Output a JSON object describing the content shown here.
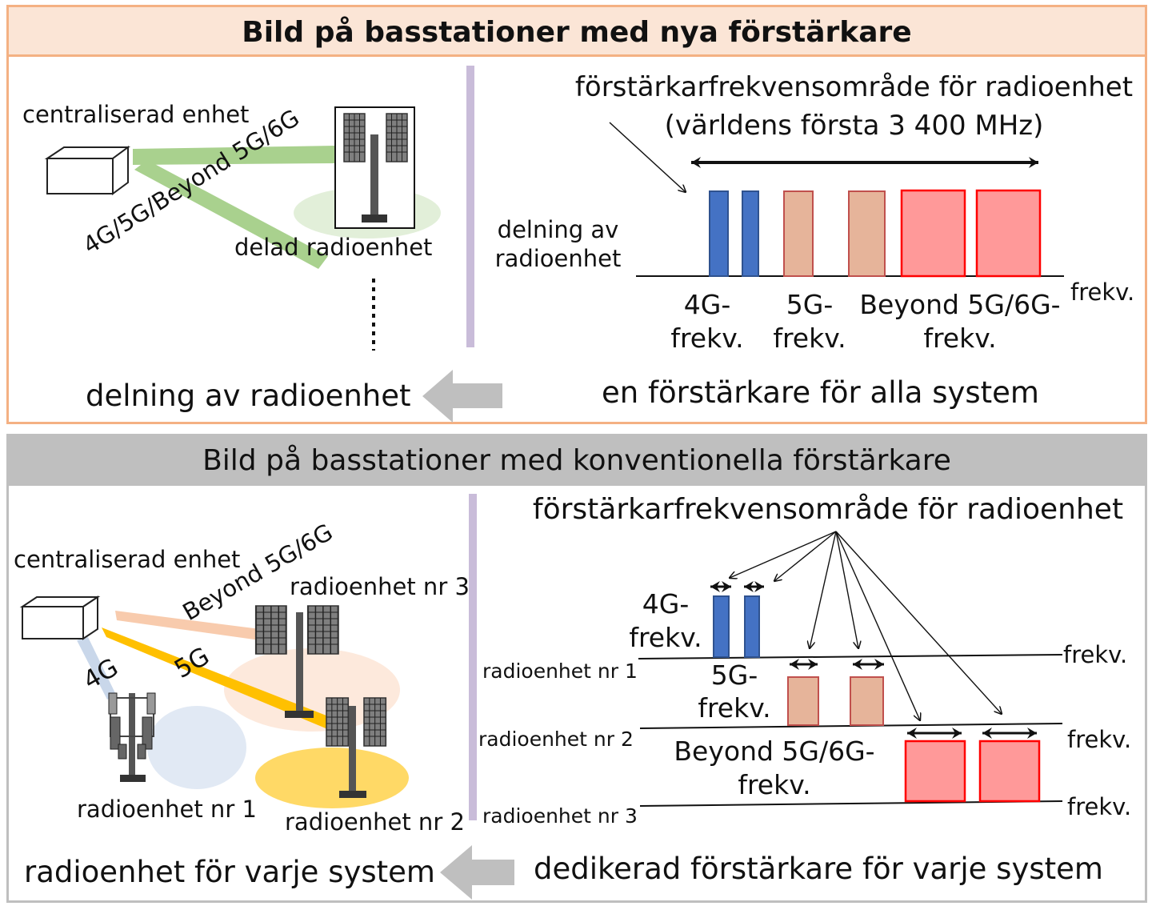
{
  "top": {
    "title": "Bild på basstationer med nya förstärkare",
    "central_unit": "centraliserad enhet",
    "link_label": "4G/5G/Beyond 5G/6G",
    "shared_unit": "delad radioenhet",
    "range_title_line1": "förstärkarfrekvensområde för radioenhet",
    "range_title_line2": "(världens första 3 400 MHz)",
    "row_label_line1": "delning av",
    "row_label_line2": "radioenhet",
    "freq_axis": "frekv.",
    "band_4g_line1": "4G-",
    "band_4g_line2": "frekv.",
    "band_5g_line1": "5G-",
    "band_5g_line2": "frekv.",
    "band_b5g_line1": "Beyond 5G/6G-",
    "band_b5g_line2": "frekv.",
    "caption_left": "delning av radioenhet",
    "caption_right": "en förstärkare för alla system"
  },
  "bottom": {
    "title": "Bild på basstationer med konventionella förstärkare",
    "central_unit": "centraliserad enhet",
    "link_b5g": "Beyond 5G/6G",
    "link_5g": "5G",
    "link_4g": "4G",
    "ru3": "radioenhet nr 3",
    "ru1": "radioenhet nr 1",
    "ru2": "radioenhet nr 2",
    "range_title": "förstärkarfrekvensområde för radioenhet",
    "band_4g_line1": "4G-",
    "band_4g_line2": "frekv.",
    "band_5g_line1": "5G-",
    "band_5g_line2": "frekv.",
    "band_b5g_line1": "Beyond 5G/6G-",
    "band_b5g_line2": "frekv.",
    "row_ru1": "radioenhet nr 1",
    "row_ru2": "radioenhet nr 2",
    "row_ru3": "radioenhet nr 3",
    "freq_axis_1": "frekv.",
    "freq_axis_2": "frekv.",
    "freq_axis_3": "frekv.",
    "caption_left": "radioenhet för varje system",
    "caption_right": "dedikerad förstärkare för varje system"
  },
  "colors": {
    "top_border": "#f4b183",
    "top_header_bg": "#fbe5d6",
    "bottom_header_bg": "#bfbfbf",
    "band_4g": "#4472c4",
    "band_5g": "#e6b49a",
    "band_b5g": "#ff9999",
    "link_green": "#a9d18e",
    "link_orange_light": "#f8cbad",
    "link_yellow": "#ffc000",
    "link_blue_light": "#c9d7ea",
    "divider": "#c9bcd9",
    "arrow_gray": "#bfbfbf"
  },
  "icons": [
    "antenna-tower-icon",
    "central-unit-box-icon",
    "left-arrow-icon"
  ]
}
